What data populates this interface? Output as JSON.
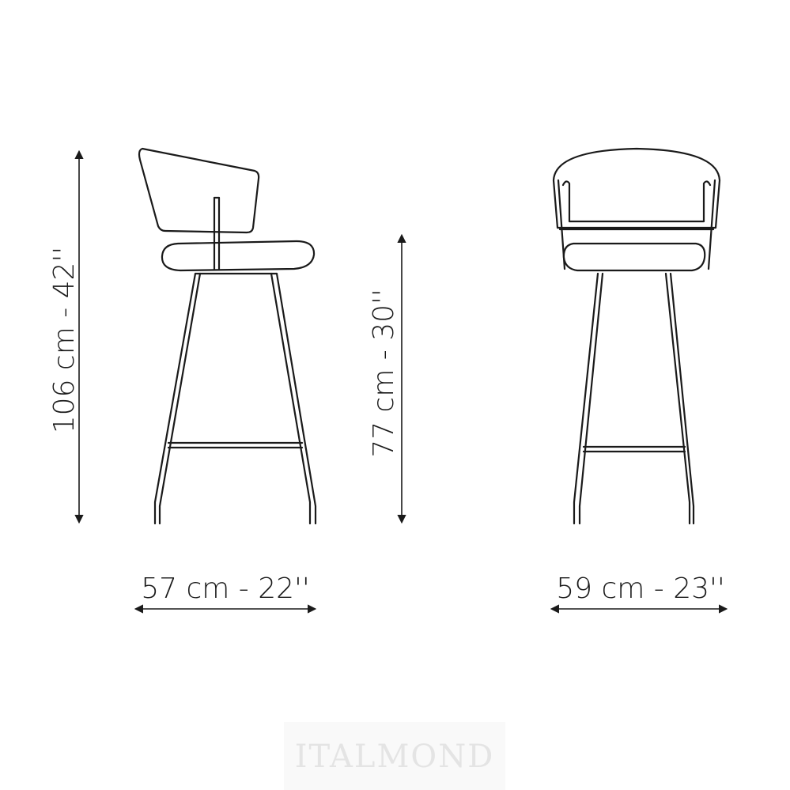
{
  "dimensions": {
    "total_height": "106 cm - 42''",
    "seat_height": "77 cm - 30''",
    "side_depth": "57 cm - 22''",
    "front_width": "59 cm - 23''"
  },
  "watermark": "ITALMOND",
  "colors": {
    "line": "#1a1a1a",
    "watermark_bg": "#f9f9f9",
    "watermark_text": "#e4e4e4"
  }
}
